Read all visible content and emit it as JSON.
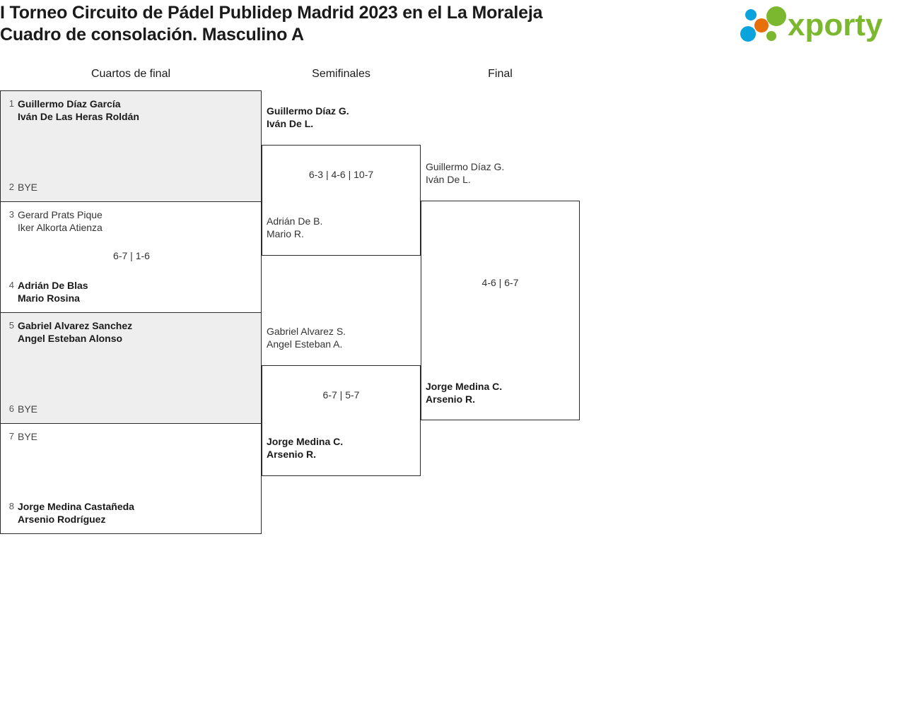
{
  "header": {
    "title_line1": "I Torneo Circuito de Pádel Publidep Madrid 2023 en el La Moraleja",
    "title_line2": "Cuadro de consolación. Masculino A",
    "logo_text": "xporty",
    "logo_colors": {
      "green": "#7cb82f",
      "blue": "#0aa3dc",
      "orange": "#e8700a"
    }
  },
  "rounds": [
    {
      "label": "Cuartos de final"
    },
    {
      "label": "Semifinales"
    },
    {
      "label": "Final"
    }
  ],
  "quarterfinals": [
    {
      "shaded": true,
      "score": "",
      "top": {
        "seed": "1",
        "line1": "Guillermo Díaz García",
        "line2": "Iván De Las Heras Roldán",
        "winner": true,
        "bye": false
      },
      "bottom": {
        "seed": "2",
        "line1": "BYE",
        "line2": "",
        "winner": false,
        "bye": true
      }
    },
    {
      "shaded": false,
      "score": "6-7 | 1-6",
      "top": {
        "seed": "3",
        "line1": "Gerard Prats Pique",
        "line2": "Iker Alkorta Atienza",
        "winner": false,
        "bye": false
      },
      "bottom": {
        "seed": "4",
        "line1": "Adrián De Blas",
        "line2": "Mario Rosina",
        "winner": true,
        "bye": false
      }
    },
    {
      "shaded": true,
      "score": "",
      "top": {
        "seed": "5",
        "line1": "Gabriel Alvarez Sanchez",
        "line2": "Angel Esteban Alonso",
        "winner": true,
        "bye": false
      },
      "bottom": {
        "seed": "6",
        "line1": "BYE",
        "line2": "",
        "winner": false,
        "bye": true
      }
    },
    {
      "shaded": false,
      "score": "",
      "top": {
        "seed": "7",
        "line1": "BYE",
        "line2": "",
        "winner": false,
        "bye": true
      },
      "bottom": {
        "seed": "8",
        "line1": "Jorge Medina Castañeda",
        "line2": "Arsenio Rodríguez",
        "winner": true,
        "bye": false
      }
    }
  ],
  "semifinals": [
    {
      "score": "6-3 | 4-6 | 10-7",
      "top": {
        "line1": "Guillermo Díaz G.",
        "line2": "Iván De L.",
        "winner": true
      },
      "bottom": {
        "line1": "Adrián De B.",
        "line2": "Mario R.",
        "winner": false
      }
    },
    {
      "score": "6-7 | 5-7",
      "top": {
        "line1": "Gabriel Alvarez S.",
        "line2": "Angel Esteban A.",
        "winner": false
      },
      "bottom": {
        "line1": "Jorge Medina C.",
        "line2": "Arsenio R.",
        "winner": true
      }
    }
  ],
  "final": {
    "score": "4-6 | 6-7",
    "top": {
      "line1": "Guillermo Díaz G.",
      "line2": "Iván De L.",
      "winner": false
    },
    "bottom": {
      "line1": "Jorge Medina C.",
      "line2": "Arsenio R.",
      "winner": true
    }
  }
}
